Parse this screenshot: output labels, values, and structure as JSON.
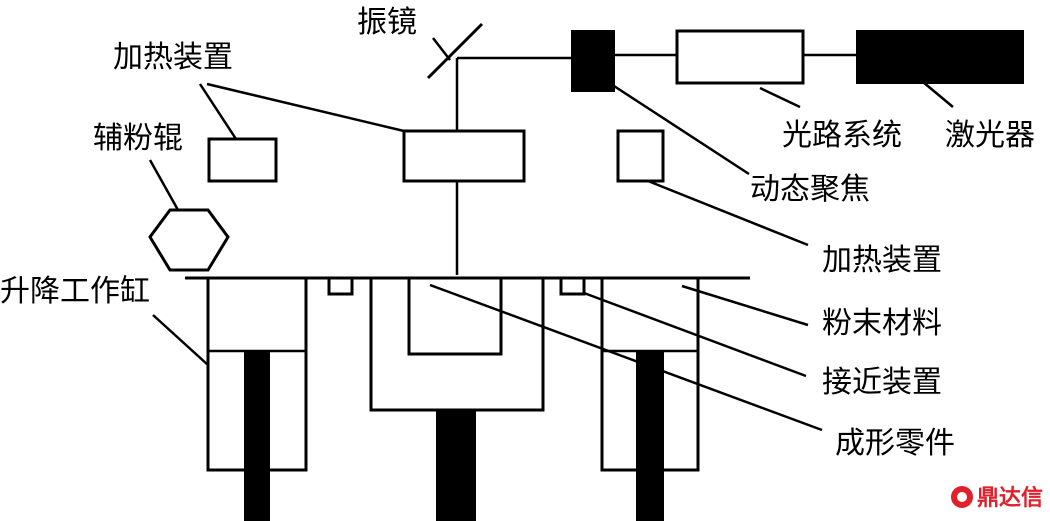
{
  "labels": {
    "galvo": "振镜",
    "heater_left": "加热装置",
    "roller": "辅粉辊",
    "optics": "光路系统",
    "laser": "激光器",
    "dynamic_focus": "动态聚焦",
    "heater_right": "加热装置",
    "lift_cylinder": "升降工作缸",
    "powder": "粉末材料",
    "proximity": "接近装置",
    "part": "成形零件"
  },
  "watermark": {
    "text": "鼎达信"
  },
  "colors": {
    "line": "#000000",
    "fill": "#ffffff",
    "watermark": "#e0202a"
  }
}
